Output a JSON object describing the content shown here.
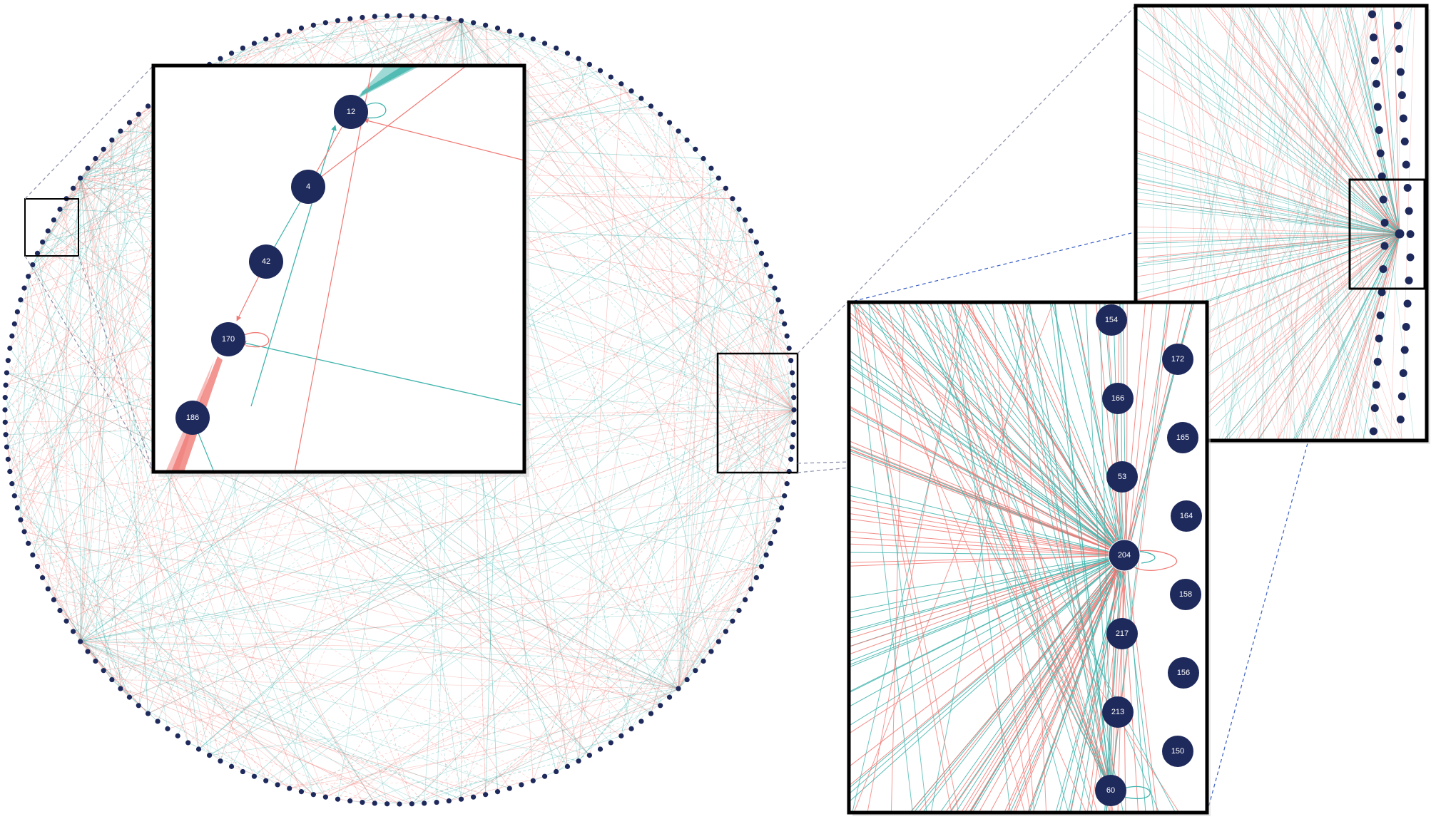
{
  "colors": {
    "node": "#1f2a5c",
    "edge_teal": "#3fb3ac",
    "edge_red": "#f07a75",
    "frame": "#000000",
    "connector": "#8a8fa8",
    "connector_blue": "#3a5fc4"
  },
  "diagram": {
    "type": "network-circular-layout-with-zoom-insets",
    "inset_top_left": {
      "nodes": [
        {
          "id": "n12",
          "label": "12"
        },
        {
          "id": "n4",
          "label": "4"
        },
        {
          "id": "n42",
          "label": "42"
        },
        {
          "id": "n170",
          "label": "170"
        },
        {
          "id": "n186",
          "label": "186"
        }
      ]
    },
    "inset_bottom_right": {
      "nodes": [
        {
          "id": "n154",
          "label": "154"
        },
        {
          "id": "n172",
          "label": "172"
        },
        {
          "id": "n166",
          "label": "166"
        },
        {
          "id": "n165",
          "label": "165"
        },
        {
          "id": "n53",
          "label": "53"
        },
        {
          "id": "n164",
          "label": "164"
        },
        {
          "id": "n204",
          "label": "204"
        },
        {
          "id": "n158",
          "label": "158"
        },
        {
          "id": "n217",
          "label": "217"
        },
        {
          "id": "n156",
          "label": "156"
        },
        {
          "id": "n213",
          "label": "213"
        },
        {
          "id": "n150",
          "label": "150"
        },
        {
          "id": "n60",
          "label": "60"
        }
      ]
    }
  }
}
